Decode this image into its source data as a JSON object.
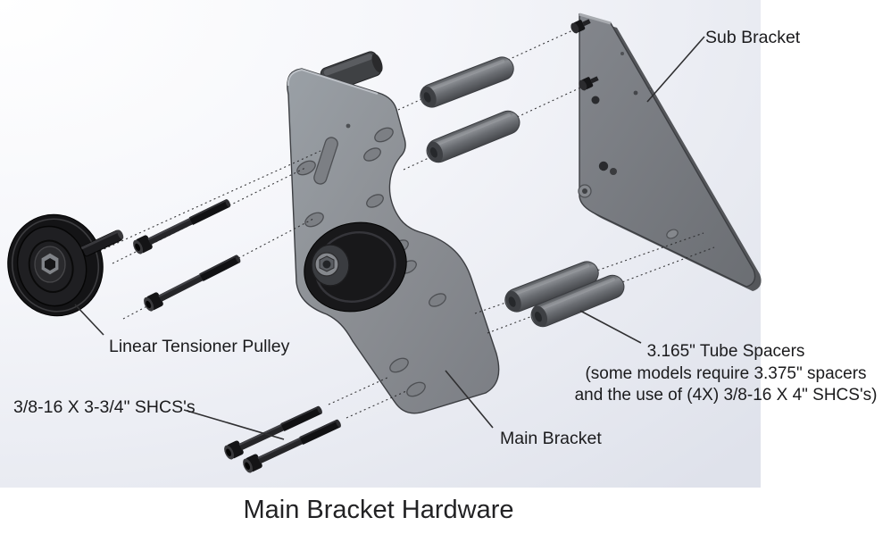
{
  "title": "Main Bracket Hardware",
  "diagram_type": "exploded-assembly-diagram",
  "labels": {
    "sub_bracket": "Sub Bracket",
    "linear_tensioner_pulley": "Linear Tensioner Pulley",
    "shcs": "3/8-16 X 3-3/4\" SHCS's",
    "main_bracket": "Main Bracket",
    "tube_spacers_line1": "3.165\" Tube Spacers",
    "tube_spacers_line2": "(some models require 3.375\" spacers",
    "tube_spacers_line3": "and the use of (4X) 3/8-16 X 4\" SHCS's)"
  },
  "parts": [
    {
      "name": "Linear Tensioner Pulley",
      "count": 1
    },
    {
      "name": "3/8-16 X 3-3/4\" SHCS",
      "count": 4
    },
    {
      "name": "3.165\" Tube Spacer",
      "count": 4
    },
    {
      "name": "Main Bracket",
      "count": 1
    },
    {
      "name": "Sub Bracket",
      "count": 1
    }
  ],
  "colors": {
    "background_top": "#ffffff",
    "background_bottom": "#dfe2eb",
    "main_bracket_gray": "#8b8e93",
    "sub_bracket_gray": "#75787d",
    "spacer_gray": "#63666b",
    "hardware_black": "#17171a",
    "text": "#1b1b1d",
    "leader_line": "#2f2f31"
  }
}
